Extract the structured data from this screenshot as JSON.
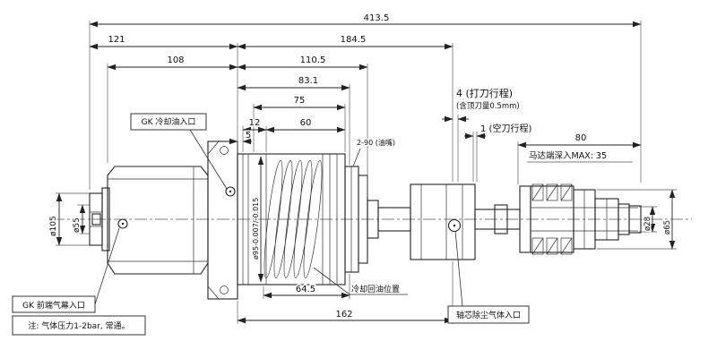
{
  "colors": {
    "line": "#222222",
    "background": "#ffffff"
  },
  "dims": {
    "overall": "413.5",
    "left_section": "121",
    "mid_section": "184.5",
    "body_len": "108",
    "cartridge_len": "110.5",
    "d83": "83.1",
    "d75": "75",
    "d60": "60",
    "d12": "12",
    "d5": "5",
    "stroke4": "4 (打刀行程)",
    "stroke4_note": "(含顶刀量0.5mm)",
    "stroke1": "1 (空刀行程)",
    "d80": "80",
    "motor_depth": "马达端深入MAX: 35",
    "d64_5": "64.5",
    "d162": "162",
    "dia105": "ø105",
    "dia55": "ø55",
    "dia95": "ø95-0.007/-0.015",
    "dia28": "ø28",
    "dia65": "ø65"
  },
  "labels": {
    "oil_inlet": "GK 冷却油入口",
    "ports": "2-90 (油嘴)",
    "return_oil": "冷却回油位置",
    "dust_air": "轴芯除尘气体入口",
    "front_air": "GK 前端气幕入口",
    "note": "注: 气体压力1-2bar, 常通。"
  }
}
